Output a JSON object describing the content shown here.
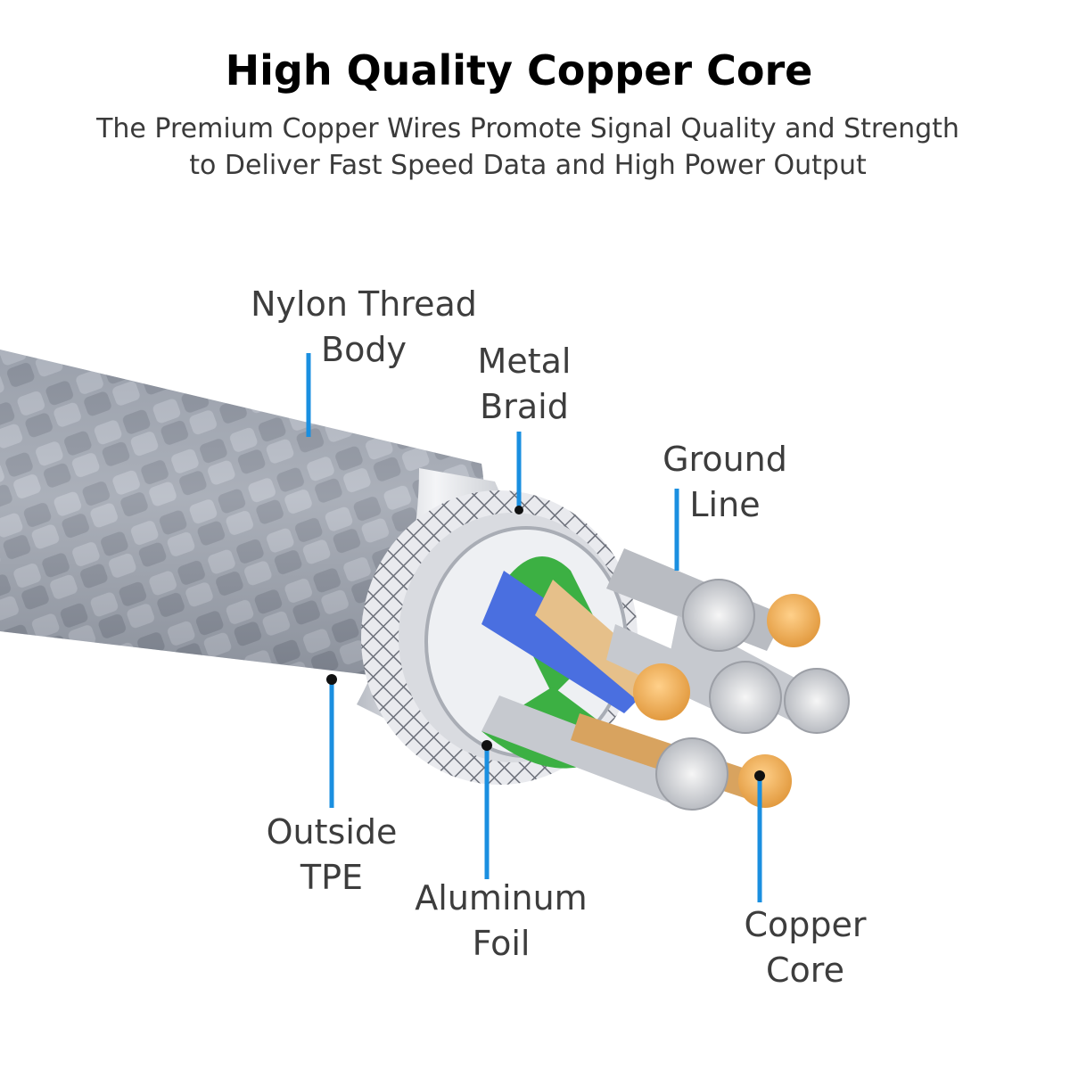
{
  "title": "High Quality Copper Core",
  "subtitle": {
    "line1": "The Premium Copper Wires Promote Signal Quality and Strength",
    "line2": "to Deliver Fast Speed Data and High Power Output"
  },
  "callouts": {
    "nylon": {
      "line1": "Nylon Thread",
      "line2": "Body"
    },
    "metal": {
      "line1": "Metal",
      "line2": "Braid"
    },
    "ground": {
      "line1": "Ground",
      "line2": "Line"
    },
    "outside": {
      "line1": "Outside",
      "line2": "TPE"
    },
    "aluminum": {
      "line1": "Aluminum",
      "line2": "Foil"
    },
    "copper": {
      "line1": "Copper",
      "line2": "Core"
    }
  },
  "colors": {
    "leader": "#1a8fe0",
    "copper": "#f2b35a",
    "blue_wire": "#4a6fe0",
    "green_wire": "#3cb043",
    "braid": "#8a8e98"
  }
}
